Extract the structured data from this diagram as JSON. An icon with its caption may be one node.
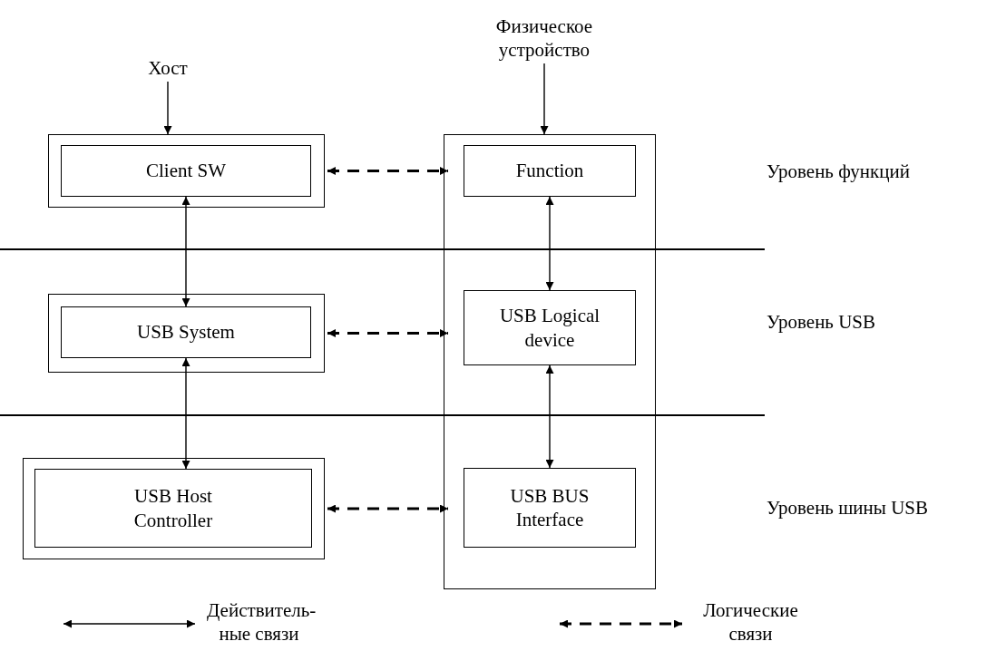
{
  "diagram": {
    "nodes": [
      {
        "text": [
          "Хост"
        ]
      },
      {
        "text": [
          "Физическое устройство"
        ]
      },
      {
        "text": [],
        "shape": "box"
      },
      {
        "text": [
          "Client SW"
        ],
        "in": 2
      },
      {
        "text": [],
        "shape": "box"
      },
      {
        "text": [
          "USB System"
        ],
        "in": 4
      },
      {
        "text": [],
        "shape": "box"
      },
      {
        "text": [
          "USB Host Controller"
        ],
        "in": 6
      },
      {
        "text": [],
        "shape": "box"
      },
      {
        "text": [
          "Function"
        ],
        "in": 8
      },
      {
        "text": [
          "USB Logical device"
        ],
        "in": 8
      },
      {
        "text": [
          "USB BUS Interface"
        ],
        "in": 8
      }
    ],
    "edges": [
      {
        "from": 0,
        "to": 2,
        "arrow": "to"
      },
      {
        "from": 1,
        "to": 8,
        "arrow": "to"
      },
      {
        "from": 2,
        "to": 8,
        "arrow": "both",
        "style": "dashed"
      },
      {
        "from": 3,
        "to": 5,
        "arrow": "both"
      },
      {
        "from": 9,
        "to": 10,
        "arrow": "both"
      },
      {
        "from": 4,
        "to": 8,
        "arrow": "both",
        "style": "dashed"
      },
      {
        "from": 5,
        "to": 7,
        "arrow": "both"
      },
      {
        "from": 10,
        "to": 11,
        "arrow": "both"
      },
      {
        "from": 6,
        "to": 8,
        "arrow": "both",
        "style": "dashed"
      }
    ],
    "labels": [
      "Уровень функций",
      "Уровень USB",
      "Уровень шины USB"
    ],
    "legend": [
      {
        "text": "Действитель- ные связи"
      },
      {
        "text": "Логические связи"
      }
    ]
  }
}
